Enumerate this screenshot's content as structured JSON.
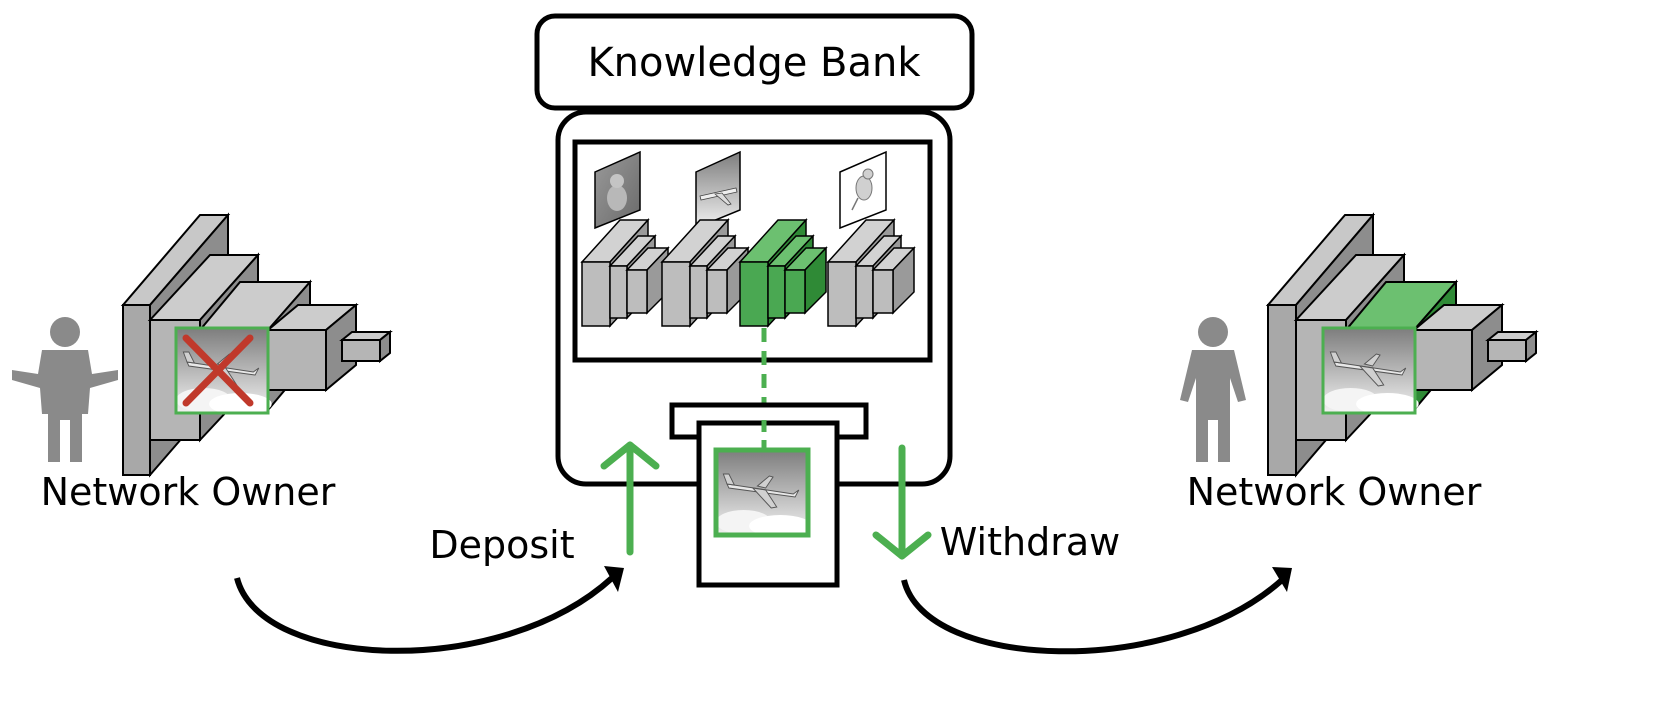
{
  "bank": {
    "title": "Knowledge Bank"
  },
  "owners": {
    "left": "Network Owner",
    "right": "Network Owner"
  },
  "actions": {
    "deposit": "Deposit",
    "withdraw": "Withdraw"
  },
  "colors": {
    "accent_green": "#4caf50",
    "block_green": "#4aa852",
    "block_gray": "#b5b5b5",
    "person_gray": "#8a8a8a",
    "reject_red": "#c0392b",
    "outline": "#000000"
  },
  "icons": {
    "person": "person-icon",
    "reject": "x-mark-icon",
    "airplane": "airplane-image-icon",
    "cat": "cat-image-icon",
    "bird": "bird-image-icon"
  }
}
